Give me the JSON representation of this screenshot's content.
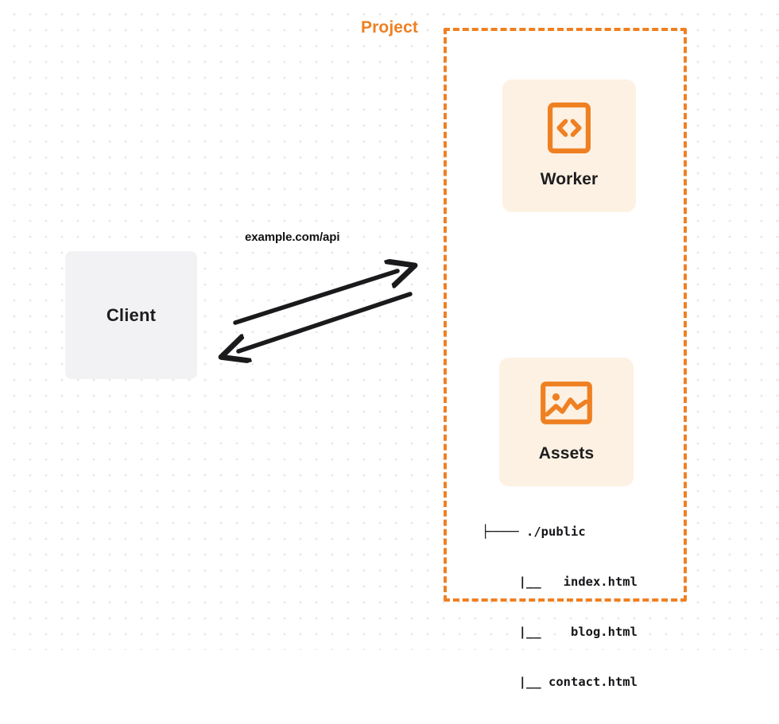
{
  "diagram": {
    "title": "Client to Project (Worker + Assets) request flow",
    "colors": {
      "accent_orange": "#ef8022",
      "card_background": "#fdf1e3",
      "client_background": "#f2f2f4",
      "text_dark": "#1d1d1f",
      "arrow_color": "#1a1a1c",
      "canvas_background": "#ffffff",
      "grid_dot": "#e8e8ea"
    }
  },
  "client": {
    "label": "Client"
  },
  "connection": {
    "label": "example.com/api",
    "request_arrow_name": "request-arrow",
    "response_arrow_name": "response-arrow"
  },
  "project": {
    "title": "Project",
    "cards": [
      {
        "label": "Worker",
        "icon": "code-brackets-icon"
      },
      {
        "label": "Assets",
        "icon": "image-picture-icon"
      }
    ],
    "file_tree": [
      "├──── ./public",
      "     |__   index.html",
      "     |__    blog.html",
      "     |__ contact.html"
    ]
  }
}
